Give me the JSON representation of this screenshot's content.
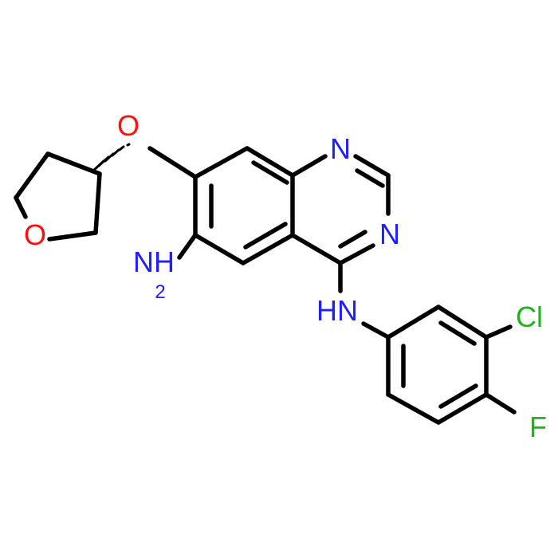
{
  "molecule": {
    "atoms": {
      "N1": "N",
      "N3": "N",
      "O_ether": "O",
      "O_ring": "O",
      "NH2": "NH",
      "NH2_sub": "2",
      "NH": "HN",
      "Cl": "Cl",
      "F": "F"
    },
    "colors": {
      "bond": "#000000",
      "nitrogen": "#2020ff",
      "oxygen": "#ff1010",
      "chlorine": "#1eb41e",
      "fluorine": "#1eb41e"
    }
  }
}
